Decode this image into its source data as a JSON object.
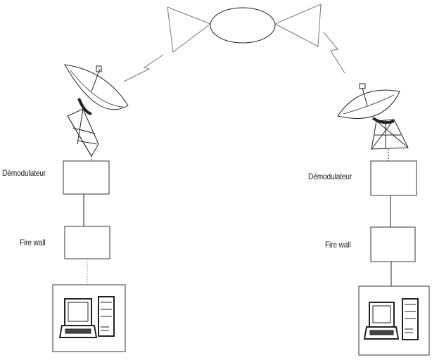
{
  "left_station": {
    "demodulator_label": "Démodulateur",
    "firewall_label": "Fire wall"
  },
  "right_station": {
    "demodulator_label": "Démodulateur",
    "firewall_label": "Fire wall"
  }
}
